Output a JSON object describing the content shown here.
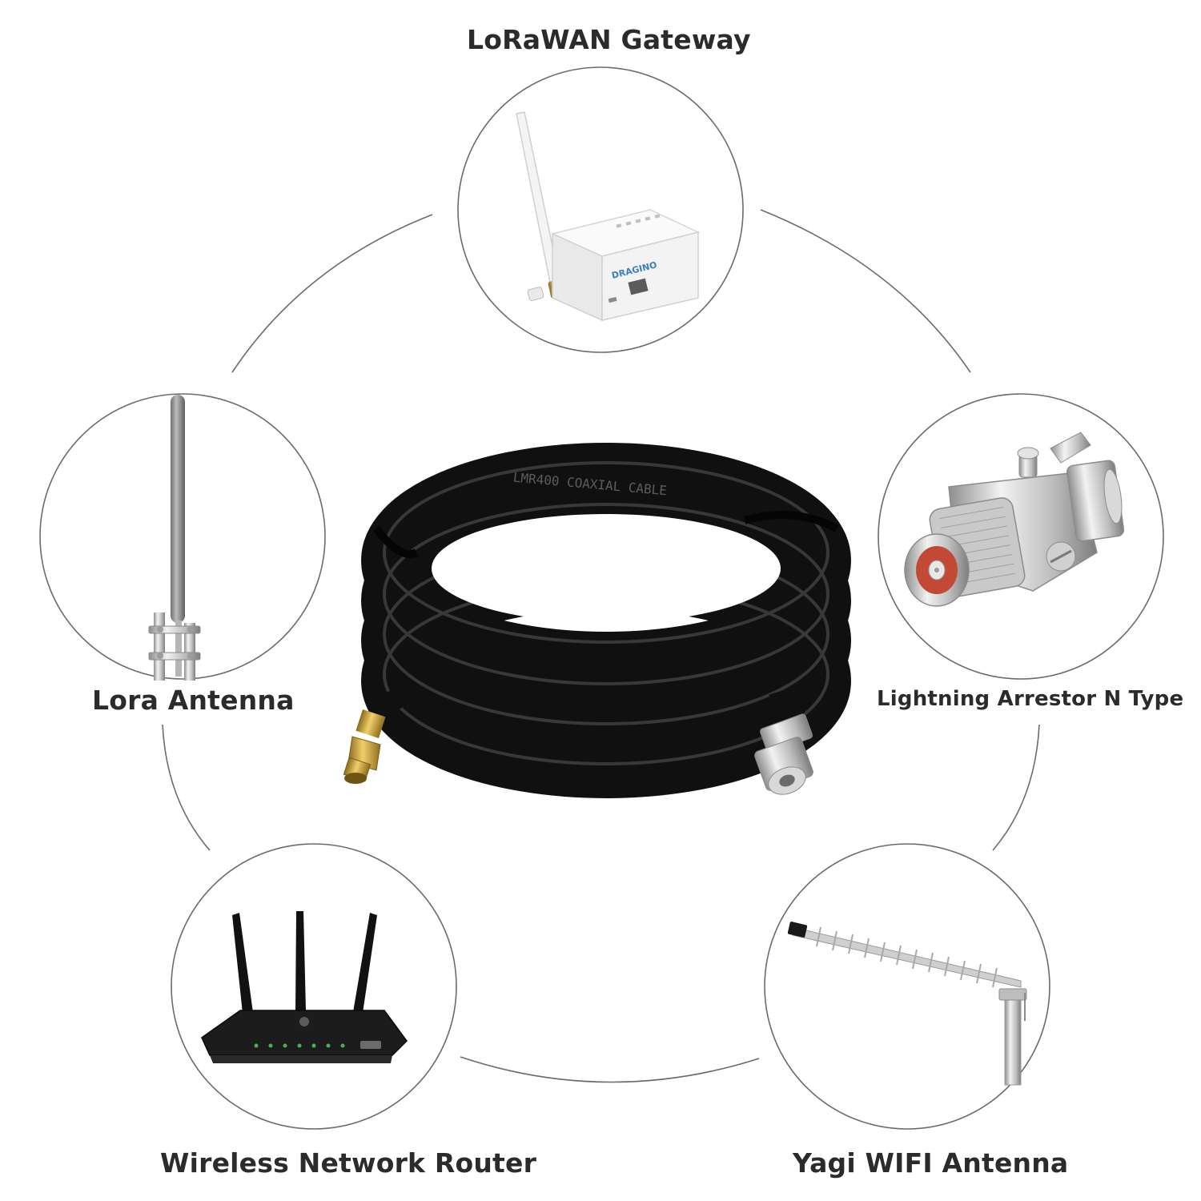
{
  "labels": {
    "gateway": "LoRaWAN Gateway",
    "lora_antenna": "Lora Antenna",
    "arrestor": "Lightning Arrestor N Type",
    "router": "Wireless Network Router",
    "yagi": "Yagi WIFI Antenna"
  },
  "product_text": {
    "gateway_brand": "DRAGINO",
    "cable_print": "LMR400 COAXIAL CABLE"
  },
  "colors": {
    "outline": "#6b6b6b",
    "text": "#2b2b2b",
    "cable": "#141414",
    "gold": "#c9a032",
    "silver": "#c8c8c8"
  }
}
